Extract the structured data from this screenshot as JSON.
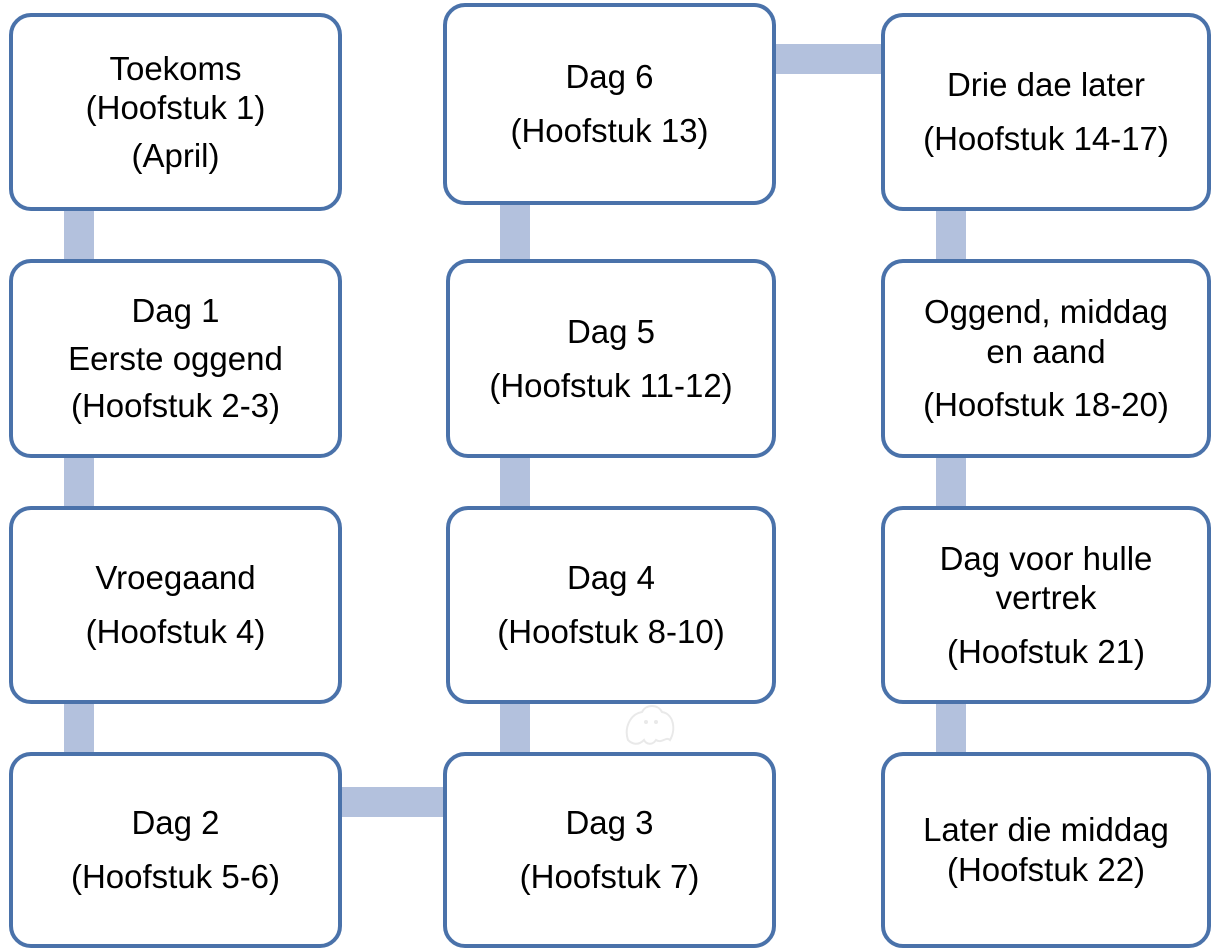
{
  "diagram": {
    "colors": {
      "box_border": "#4a72aa",
      "box_fill": "#ffffff",
      "connector": "#b3c1dd",
      "text": "#000000"
    },
    "nodes": [
      {
        "id": "toekoms",
        "lines": [
          "Toekoms",
          "(Hoofstuk 1)",
          "(April)"
        ]
      },
      {
        "id": "dag-1",
        "lines": [
          "Dag 1",
          "Eerste oggend",
          "(Hoofstuk 2-3)"
        ]
      },
      {
        "id": "vroegaand",
        "lines": [
          "Vroegaand",
          "(Hoofstuk 4)"
        ]
      },
      {
        "id": "dag-2",
        "lines": [
          "Dag 2",
          "(Hoofstuk 5-6)"
        ]
      },
      {
        "id": "dag-3",
        "lines": [
          "Dag 3",
          "(Hoofstuk 7)"
        ]
      },
      {
        "id": "dag-4",
        "lines": [
          "Dag 4",
          "(Hoofstuk 8-10)"
        ]
      },
      {
        "id": "dag-5",
        "lines": [
          "Dag 5",
          "(Hoofstuk 11-12)"
        ]
      },
      {
        "id": "dag-6",
        "lines": [
          "Dag 6",
          "(Hoofstuk 13)"
        ]
      },
      {
        "id": "drie-dae-later",
        "lines": [
          "Drie dae later",
          "(Hoofstuk 14-17)"
        ]
      },
      {
        "id": "oggend-middag-aand",
        "lines": [
          "Oggend, middag",
          "en aand",
          "(Hoofstuk 18-20)"
        ]
      },
      {
        "id": "dag-voor-vertrek",
        "lines": [
          "Dag voor hulle",
          "vertrek",
          "(Hoofstuk 21)"
        ]
      },
      {
        "id": "later-die-middag",
        "lines": [
          "Later die middag",
          "(Hoofstuk 22)"
        ]
      }
    ]
  }
}
